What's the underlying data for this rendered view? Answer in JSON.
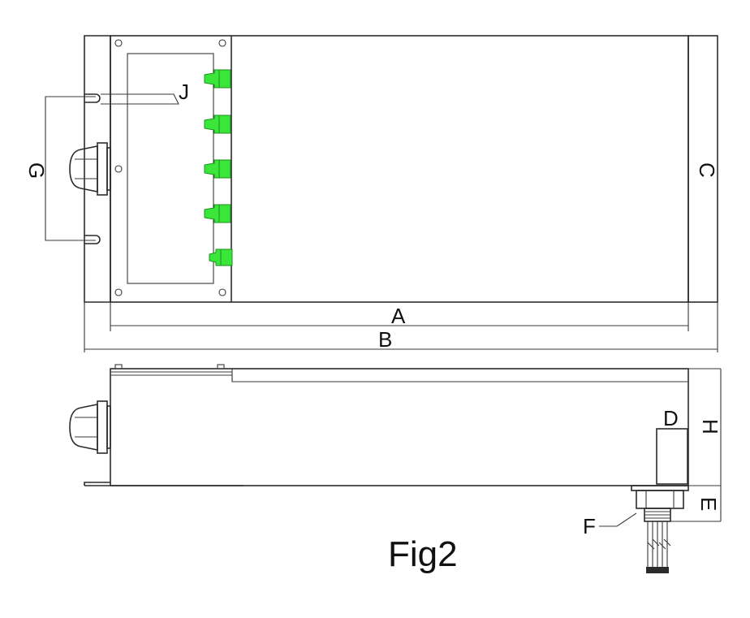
{
  "figure": {
    "caption": "Fig2",
    "labels": {
      "A": "A",
      "B": "B",
      "C": "C",
      "D": "D",
      "E": "E",
      "F": "F",
      "G": "G",
      "H": "H",
      "J": "J"
    }
  },
  "colors": {
    "line": "#2b2b2b",
    "terminal": "#39e639",
    "terminal_outline": "#1f8f1f"
  }
}
